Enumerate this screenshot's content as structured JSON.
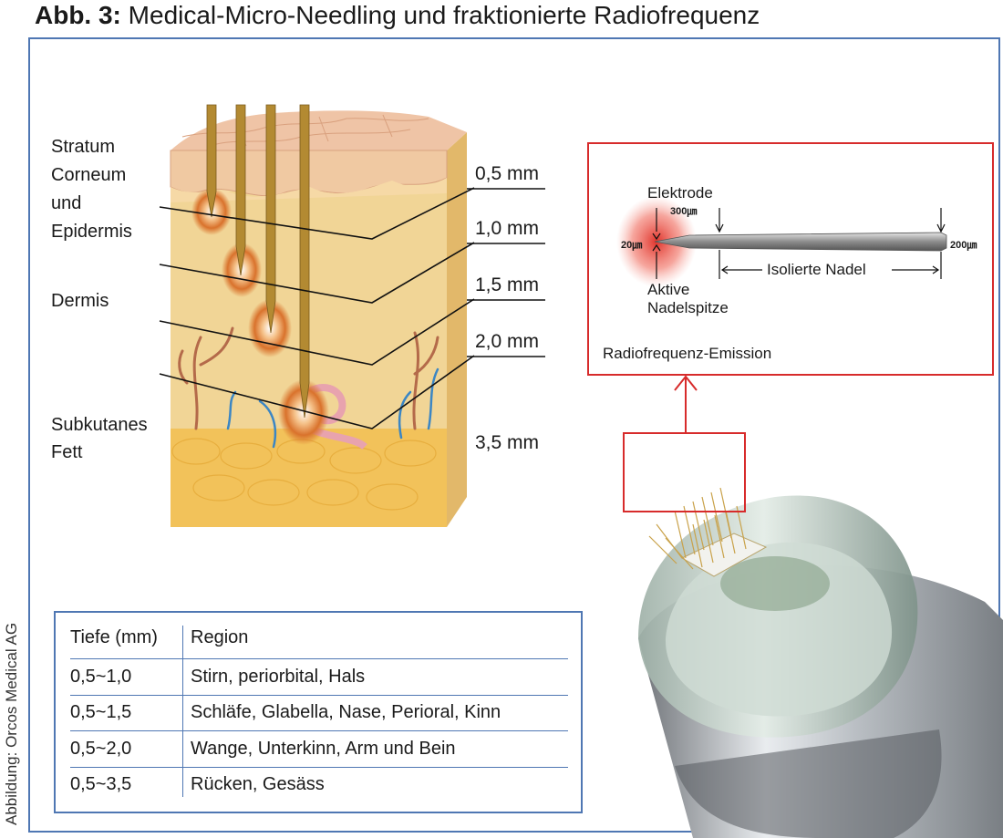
{
  "figure": {
    "title_prefix": "Abb. 3:",
    "title_text": "Medical-Micro-Needling und fraktionierte Radiofrequenz",
    "credit": "Abbildung: Orcos Medical AG"
  },
  "skin_labels": {
    "stratum_1": "Stratum",
    "stratum_2": "Corneum",
    "stratum_3": "und",
    "stratum_4": "Epidermis",
    "dermis": "Dermis",
    "fat_1": "Subkutanes",
    "fat_2": "Fett"
  },
  "depths": [
    "0,5 mm",
    "1,0 mm",
    "1,5 mm",
    "2,0 mm",
    "3,5 mm"
  ],
  "needle_detail": {
    "electrode": "Elektrode",
    "dim_300": "300㎛",
    "dim_20": "20㎛",
    "dim_200": "200㎛",
    "insulated": "Isolierte Nadel",
    "active_1": "Aktive",
    "active_2": "Nadelspitze",
    "emission": "Radiofrequenz-Emission"
  },
  "colors": {
    "frame_blue": "#4f77b3",
    "highlight_red": "#d72b2b",
    "skin_tan": "#f3d79b",
    "fat_yellow": "#f2c25a"
  },
  "depth_table": {
    "headers": [
      "Tiefe (mm)",
      "Region"
    ],
    "rows": [
      [
        "0,5~1,0",
        "Stirn, periorbital, Hals"
      ],
      [
        "0,5~1,5",
        "Schläfe, Glabella, Nase, Perioral, Kinn"
      ],
      [
        "0,5~2,0",
        "Wange, Unterkinn, Arm und Bein"
      ],
      [
        "0,5~3,5",
        "Rücken, Gesäss"
      ]
    ]
  }
}
